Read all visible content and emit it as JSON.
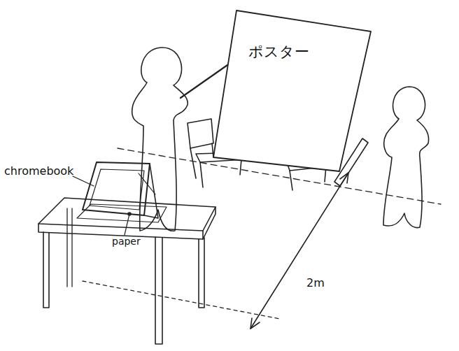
{
  "diagram": {
    "nodes": [
      {
        "text": [
          "ポスター"
        ]
      }
    ],
    "labels": [
      "chromebook",
      "paper",
      "2m"
    ]
  }
}
